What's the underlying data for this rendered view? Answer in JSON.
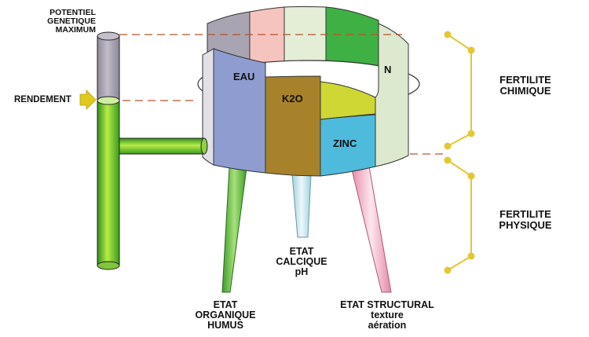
{
  "labels": {
    "potentiel": [
      "POTENTIEL",
      "GENETIQUE",
      "MAXIMUM"
    ],
    "rendement": "RENDEMENT",
    "fertilite_chimique": [
      "FERTILITE",
      "CHIMIQUE"
    ],
    "fertilite_physique": [
      "FERTILITE",
      "PHYSIQUE"
    ],
    "etat_organique": [
      "ETAT",
      "ORGANIQUE",
      "HUMUS"
    ],
    "etat_calcique": [
      "ETAT",
      "CALCIQUE",
      "pH"
    ],
    "etat_structural": [
      "ETAT STRUCTURAL",
      "texture",
      "aération"
    ]
  },
  "staves": {
    "eau": "EAU",
    "k2o": "K2O",
    "zinc": "ZINC",
    "n": "N"
  },
  "colors": {
    "eau": "#8e9ccf",
    "k2o": "#a8822a",
    "zinc": "#4fbbdc",
    "n": "#dde9cf",
    "green_stave": "#3fb043",
    "yellow_stave": "#cfd734",
    "pink_stave": "#f6c4bf",
    "grey_stave": "#a9a4b2",
    "tube_green": "#6cc22e",
    "leg_pink": "#f3b6c8",
    "leg_blue": "#bfe3ec",
    "bracket": "#e2c834",
    "dashed_line": "#b4552a"
  }
}
